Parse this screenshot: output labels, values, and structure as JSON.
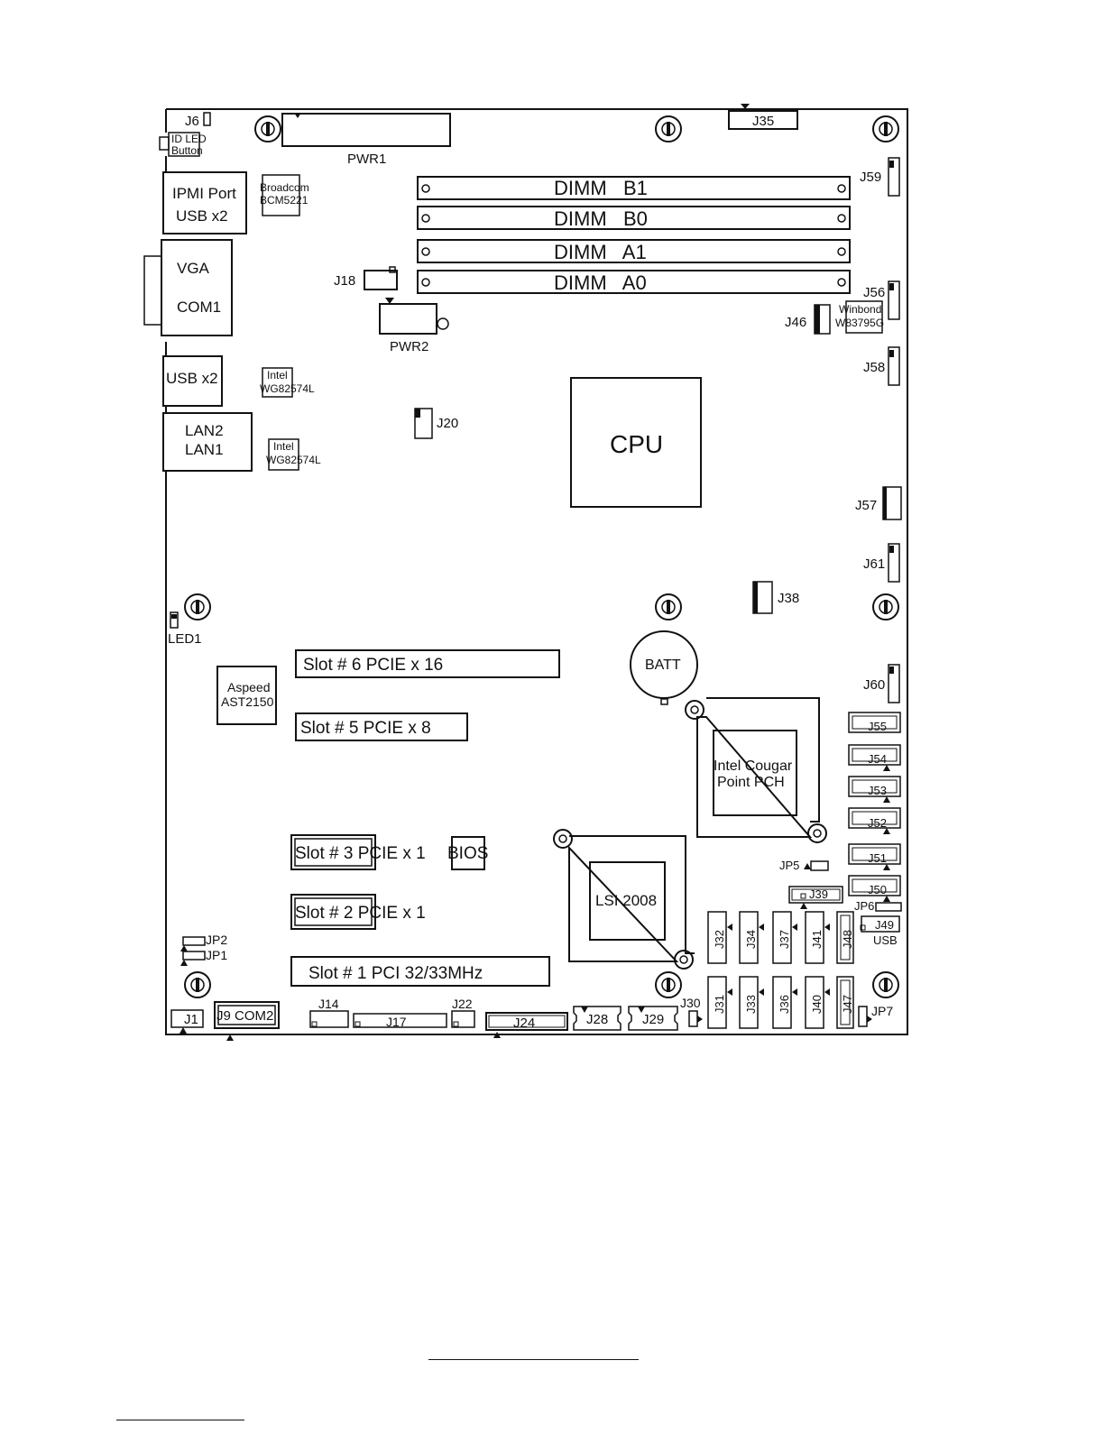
{
  "board_labels": {
    "j6": "J6",
    "id_led_1": "ID LED",
    "id_led_2": "Button",
    "pwr1": "PWR1",
    "j35": "J35",
    "j59": "J59",
    "ipmi_1": "IPMI Port",
    "ipmi_2": "USB x2",
    "bcm_1": "Broadcom",
    "bcm_2": "BCM5221",
    "dimm_b1": "DIMM   B1",
    "dimm_b0": "DIMM   B0",
    "dimm_a1": "DIMM   A1",
    "dimm_a0": "DIMM   A0",
    "vga": "VGA",
    "com1": "COM1",
    "j18": "J18",
    "pwr2": "PWR2",
    "j56": "J56",
    "winbond_1": "Winbond",
    "winbond_2": "W83795G",
    "j46": "J46",
    "usb_x2": "USB x2",
    "intel_1a": "Intel",
    "intel_1b": "WG82574L",
    "j58": "J58",
    "lan2": "LAN2",
    "lan1": "LAN1",
    "j20": "J20",
    "cpu": "CPU",
    "intel_2a": "Intel",
    "intel_2b": "WG82574L",
    "j57": "J57",
    "j61": "J61",
    "j38": "J38",
    "led1": "LED1",
    "batt": "BATT",
    "slot6": "Slot # 6 PCIE x 16",
    "j60": "J60",
    "aspeed_1": "Aspeed",
    "aspeed_2": "AST2150",
    "slot5": "Slot # 5 PCIE x 8",
    "j55": "J55",
    "j54": "J54",
    "pch_1": "Intel Cougar",
    "pch_2": "Point PCH",
    "j53": "J53",
    "j52": "J52",
    "slot3": "Slot # 3 PCIE x 1",
    "bios": "BIOS",
    "j51": "J51",
    "jp5": "JP5",
    "j50": "J50",
    "lsi": "LSI 2008",
    "j39": "J39",
    "jp6": "JP6",
    "slot2": "Slot # 2 PCIE x 1",
    "j49": "J49",
    "usb": "USB",
    "j32": "J32",
    "j34": "J34",
    "j37": "J37",
    "j41": "J41",
    "j48": "J48",
    "jp2": "JP2",
    "jp1": "JP1",
    "slot1": "Slot # 1 PCI 32/33MHz",
    "j30": "J30",
    "j31": "J31",
    "j33": "J33",
    "j36": "J36",
    "j40": "J40",
    "j47": "J47",
    "jp7": "JP7",
    "j1": "J1",
    "j9": "J9 COM2",
    "j14": "J14",
    "j17": "J17",
    "j22": "J22",
    "j24": "J24",
    "j28": "J28",
    "j29": "J29"
  }
}
